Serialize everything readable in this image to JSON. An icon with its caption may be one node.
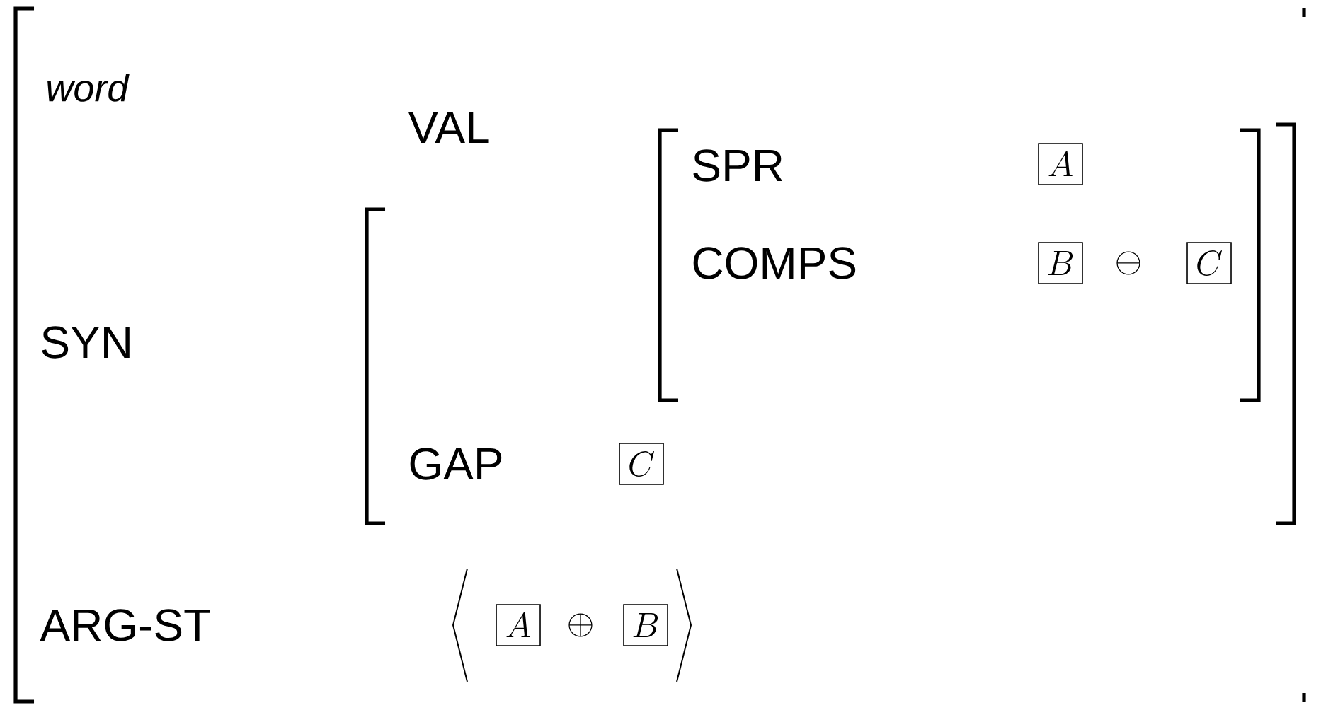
{
  "diagram": {
    "labels": [
      "word",
      "SYN",
      "VAL",
      "SPR",
      "A",
      "COMPS",
      "B",
      "\\ominus",
      "C",
      "GAP",
      "C",
      "ARG-ST",
      "A",
      "\\oplus",
      "B"
    ]
  }
}
